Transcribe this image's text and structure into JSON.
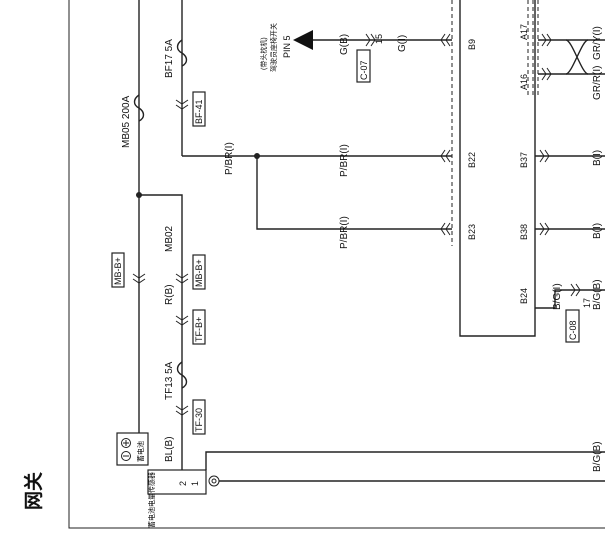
{
  "title": "网关",
  "battery": {
    "name": "蓄电池",
    "sensor": "蓄电池电量传感器",
    "pin2": "2",
    "pin1": "1"
  },
  "fuses": {
    "mb05": "MB05 200A",
    "mb02": "MB02",
    "bf17": "BF17 5A",
    "tf13": "TF13 5A"
  },
  "connectors": {
    "mb_b_upper": "MB-B+",
    "mb_b_lower": "MB-B+",
    "tf_b": "TF-B+",
    "tf30": "TF-30",
    "bf41": "BF-41",
    "c07": "C-07",
    "c08": "C-08",
    "c07_pin": "15",
    "c08_pin": "17"
  },
  "ground": {
    "pin": "PIN 5",
    "note1": "(带头枕机)",
    "note2": "驾驶员座椅开关"
  },
  "wires": {
    "r_b": "R(B)",
    "bl_b": "BL(B)",
    "p_br_left": "P/BR(I)",
    "p_br_mid": "P/BR(I)",
    "p_br_low": "P/BR(I)",
    "g_b": "G(B)",
    "g_i": "G(I)",
    "b_g_b_bottom": "B/G(B)",
    "b_g_i": "B/G(I)",
    "b_g_b_c08": "B/G(B)",
    "b_i_1": "B(I)",
    "b_i_2": "B(I)",
    "gr_r_i": "GR/R(I)",
    "gr_y_i": "GR/Y(I)"
  },
  "pins": {
    "b9": "B9",
    "b22": "B22",
    "b23": "B23",
    "b24": "B24",
    "b37": "B37",
    "b38": "B38",
    "a16": "A16",
    "a17": "A17"
  }
}
